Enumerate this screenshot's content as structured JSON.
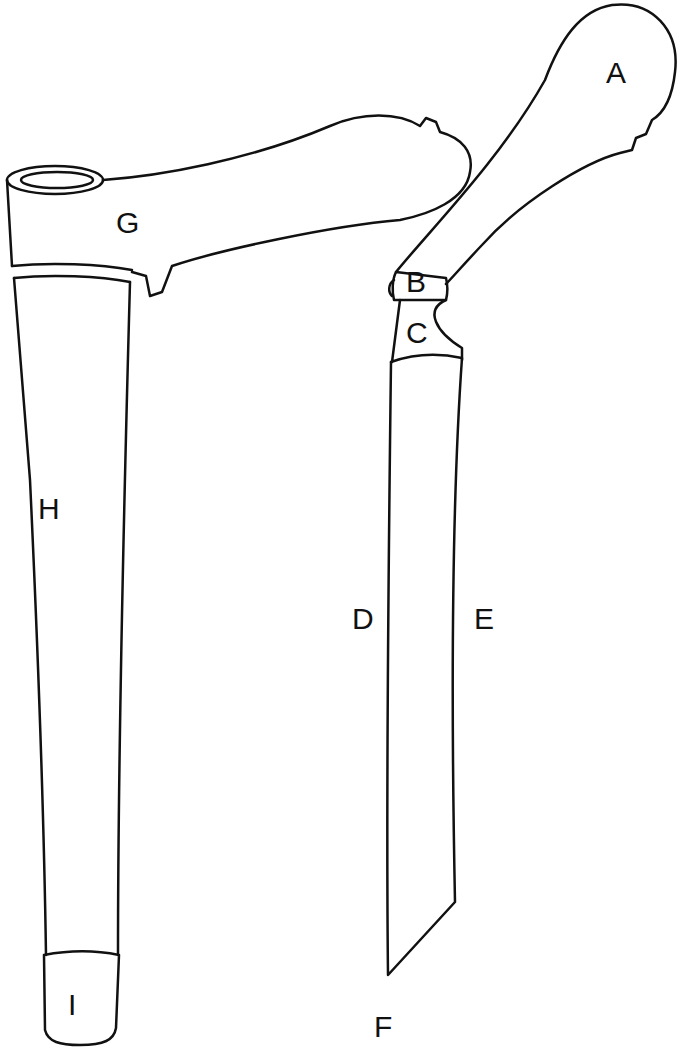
{
  "diagram": {
    "labels": [
      "A",
      "B",
      "C",
      "D",
      "E",
      "F",
      "G",
      "H",
      "I"
    ]
  }
}
